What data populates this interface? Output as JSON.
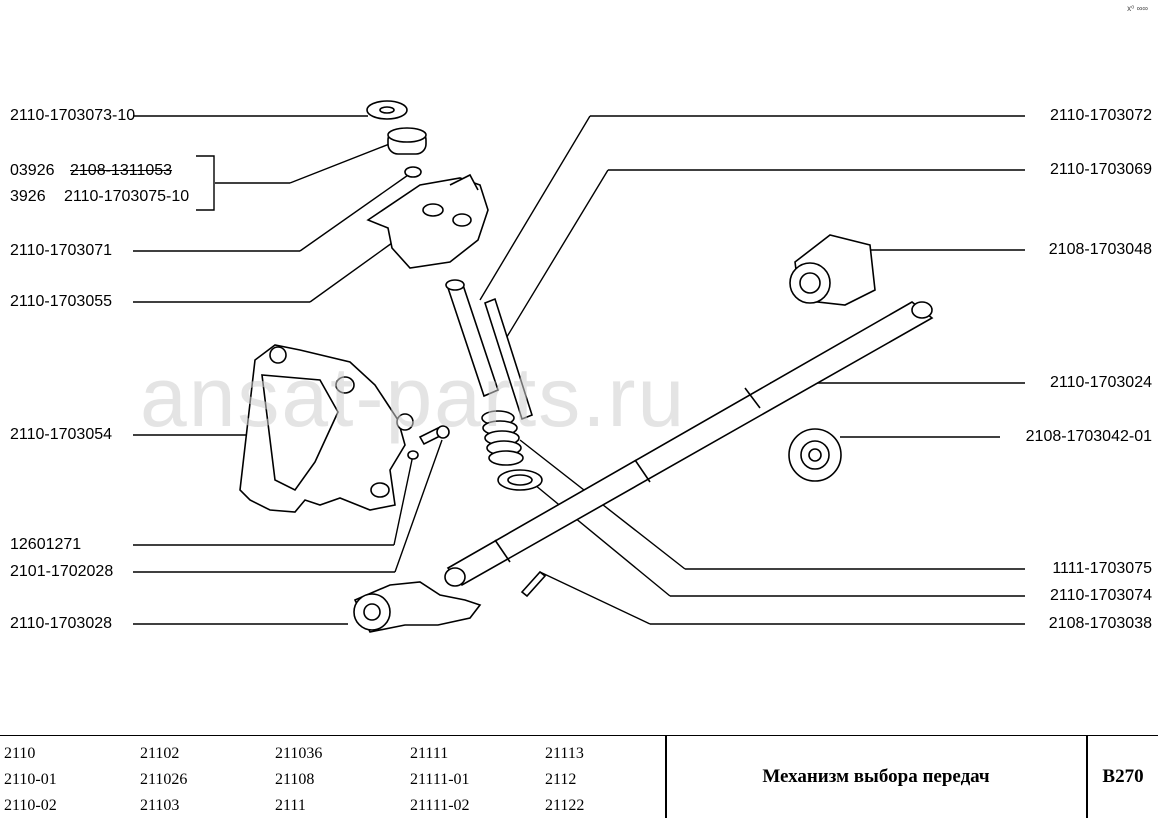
{
  "corner_mark": "x⁰ ∞∞",
  "watermark": "ansat-parts.ru",
  "labels_left": {
    "l1": "2110-1703073-10",
    "l2a_code": "03926",
    "l2a_part": "2108-1311053",
    "l2b_code": "3926",
    "l2b_part": "2110-1703075-10",
    "l3": "2110-1703071",
    "l4": "2110-1703055",
    "l5": "2110-1703054",
    "l6": "12601271",
    "l7": "2101-1702028",
    "l8": "2110-1703028"
  },
  "labels_right": {
    "r1": "2110-1703072",
    "r2": "2110-1703069",
    "r3": "2108-1703048",
    "r4": "2110-1703024",
    "r5": "2108-1703042-01",
    "r6": "1111-1703075",
    "r7": "2110-1703074",
    "r8": "2108-1703038"
  },
  "models": [
    [
      "2110",
      "21102",
      "211036",
      "21111",
      "21113"
    ],
    [
      "2110-01",
      "211026",
      "21108",
      "21111-01",
      "2112"
    ],
    [
      "2110-02",
      "21103",
      "2111",
      "21111-02",
      "21122"
    ]
  ],
  "footer": {
    "title": "Механизм выбора передач",
    "code": "B270"
  }
}
